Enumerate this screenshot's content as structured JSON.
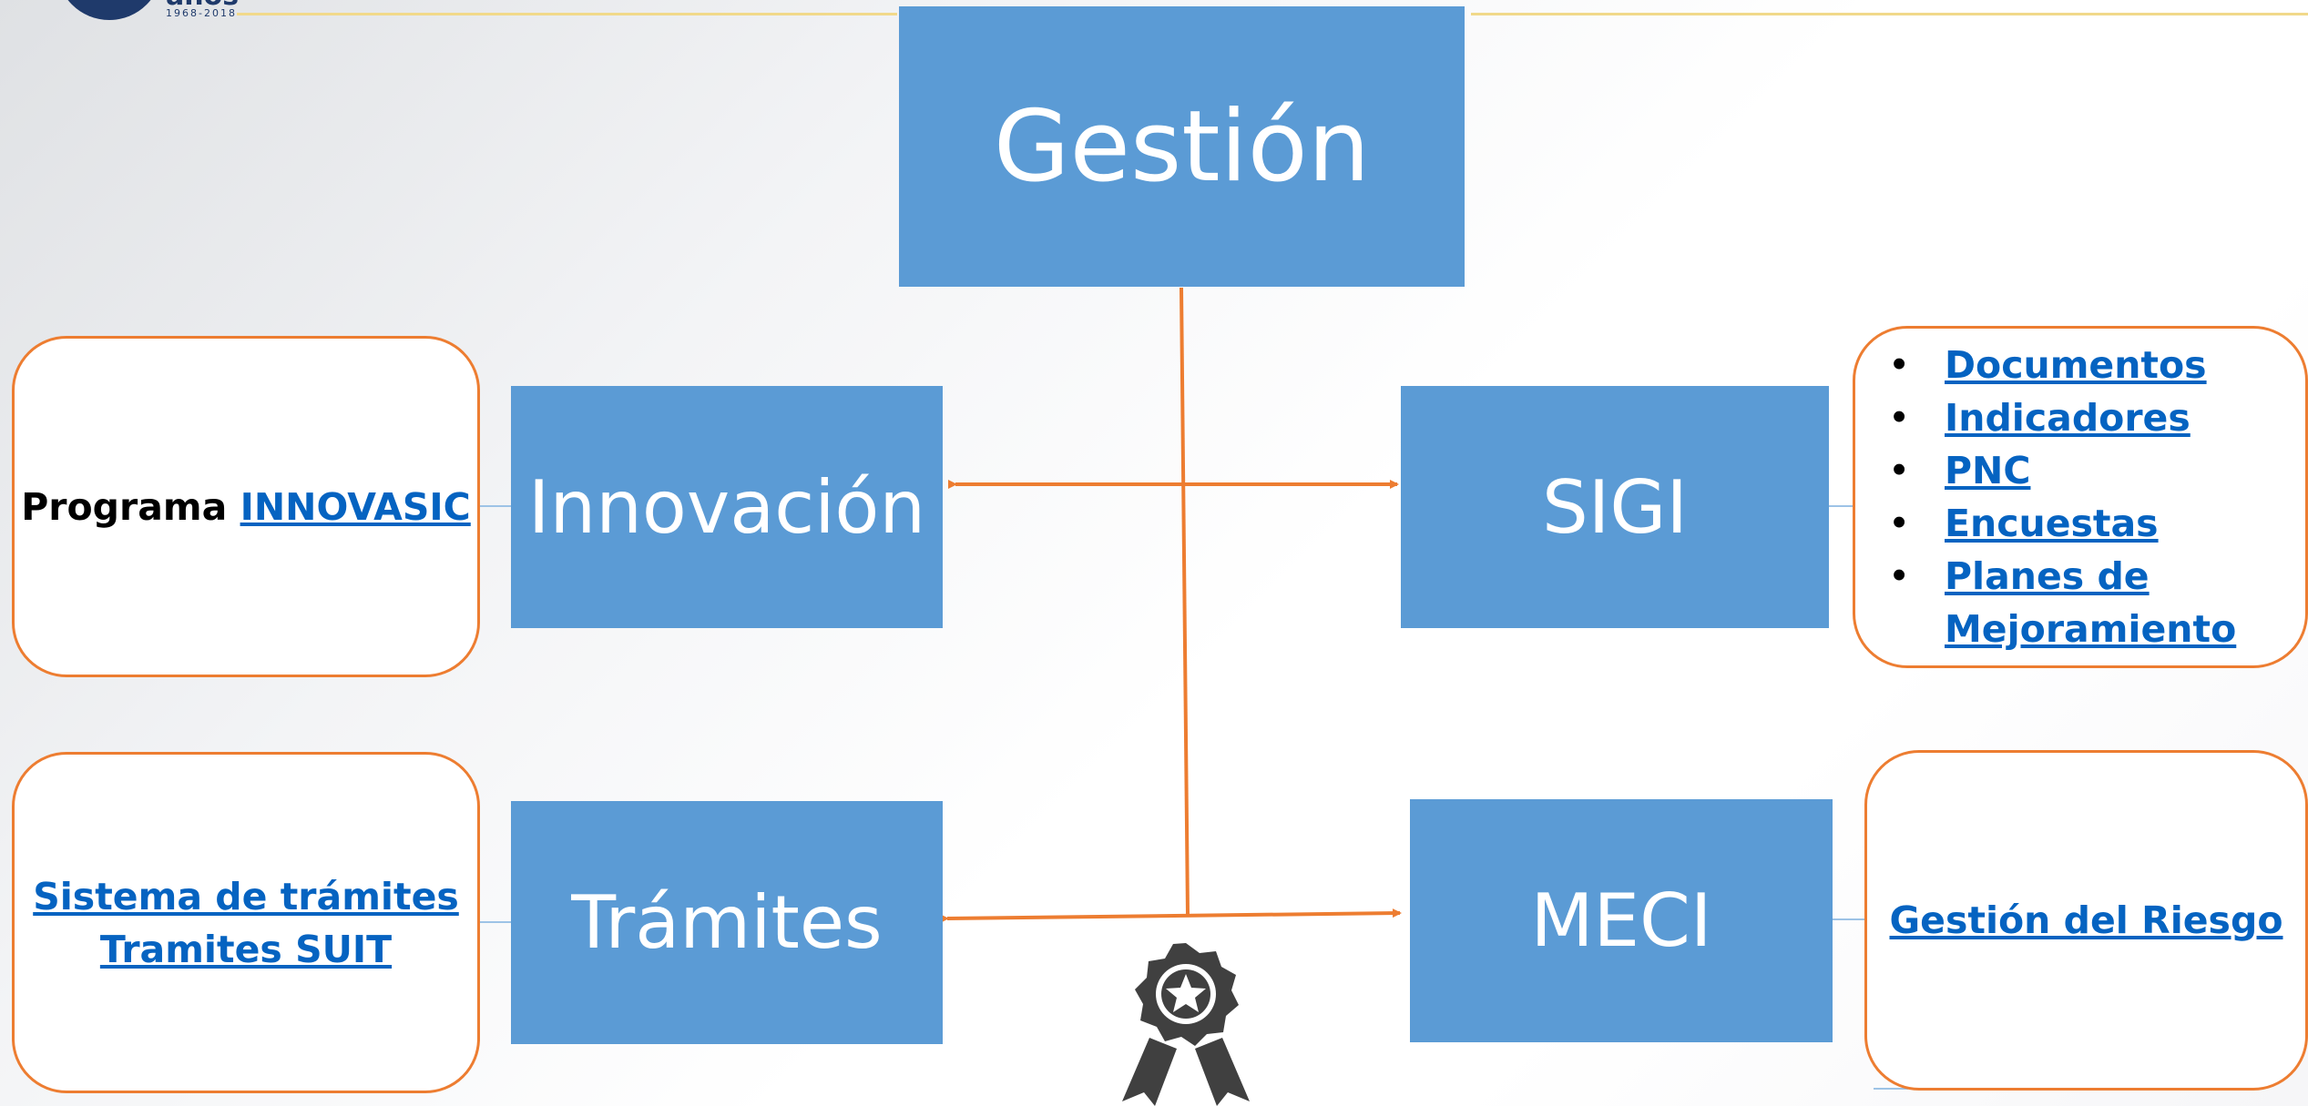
{
  "logo": {
    "years": "1968-2018",
    "word": "años"
  },
  "center": {
    "title": "Gestión"
  },
  "nodes": {
    "innovacion": "Innovación",
    "sigi": "SIGI",
    "tramites": "Trámites",
    "meci": "MECI"
  },
  "cards": {
    "innovacion": {
      "prefix": "Programa",
      "link": "INNOVASIC"
    },
    "sigi": {
      "items": [
        "Documentos",
        "Indicadores",
        "PNC",
        "Encuestas",
        "Planes de Mejoramiento"
      ]
    },
    "tramites": {
      "line1": "Sistema de trámites",
      "line2": "Tramites SUIT"
    },
    "meci": {
      "link": "Gestión del Riesgo"
    }
  },
  "colors": {
    "box": "#5b9bd5",
    "border": "#ed7d31",
    "arrow": "#ed7d31",
    "link": "#0563c1",
    "connector": "#9dc3e6",
    "award_icon": "#404040"
  },
  "icons": {
    "award": "award-ribbon-icon"
  }
}
